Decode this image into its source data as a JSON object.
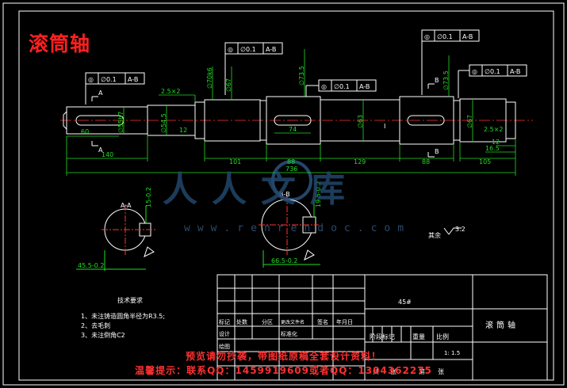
{
  "title": "滚筒轴",
  "watermark": {
    "text": "人人文库",
    "url": "www.renrendoc.com"
  },
  "gtol": {
    "left": {
      "symbol": "◎",
      "value": "∅0.1",
      "datum": "A-B"
    },
    "top_mid": {
      "symbol": "◎",
      "value": "∅0.1",
      "datum": "A-B"
    },
    "mid": {
      "symbol": "◎",
      "value": "∅0.1",
      "datum": "A-B"
    },
    "top_right": {
      "symbol": "◎",
      "value": "∅0.1",
      "datum": "A-B"
    },
    "right": {
      "symbol": "◎",
      "value": "∅0.1",
      "datum": "A-B"
    }
  },
  "dims": {
    "d60": "60",
    "d140": "140",
    "chamfer_left": "2.5×2",
    "d12": "12",
    "d101": "101",
    "d74": "74",
    "d88a": "88",
    "d129": "129",
    "d88b": "88",
    "d105": "105",
    "d736": "736",
    "d12r": "12",
    "d16_5": "16.5",
    "chamfer_right": "2.5×2",
    "phi_a": "∅55h7",
    "phi_b": "∅54.5",
    "phi_c": "∅70k6",
    "phi_d": "∅67",
    "phi_e": "∅73.5",
    "phi_f": "∅63",
    "phi_g": "∅67",
    "phi_h": "∅73.5",
    "sec_a_w": "15-0.2",
    "sec_a_d": "45.5-0.2",
    "sec_b_w": "19.5-0.2",
    "sec_b_d": "66.5-0.2",
    "roughness_rest": "其余",
    "roughness_val": "3.2"
  },
  "labels": {
    "sec_a": "A-A",
    "sec_b": "B-B",
    "A": "A",
    "B": "B",
    "I": "I"
  },
  "notes": {
    "heading": "技术要求",
    "items": [
      "1、未注铸造圆角半径为R3.5;",
      "2、去毛刺",
      "3、未注倒角C2"
    ]
  },
  "title_block": {
    "material": "45#",
    "part_name": "滚筒轴",
    "scale": "1: 1.5",
    "col_labels": [
      "标记",
      "处数",
      "分区",
      "更改文件名",
      "签名",
      "年月日"
    ],
    "design": "设计",
    "standardize": "标准化",
    "drawing": "绘图",
    "stage": "阶段标记",
    "weight": "重量",
    "scale_label": "比例",
    "sheets": "共",
    "sheet_no": "张",
    "sheet_of": "第",
    "sheet_end": "张"
  },
  "notice": {
    "line1": "预览请勿抄袭，带图纸原稿全套设计资料！",
    "line2": "温馨提示：联系QQ：1459919609或者QQ：1304362275"
  }
}
